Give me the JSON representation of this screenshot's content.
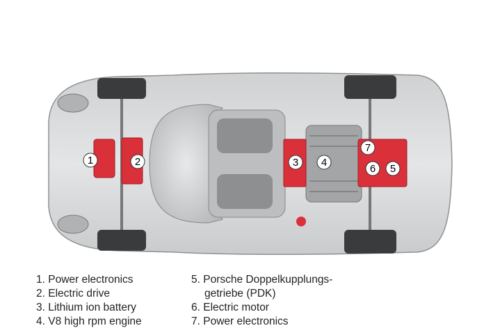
{
  "diagram": {
    "markers": [
      "1",
      "2",
      "3",
      "4",
      "5",
      "6",
      "7"
    ],
    "highlight_color": "#d9303a"
  },
  "legend": {
    "left": [
      "1. Power electronics",
      "2. Electric drive",
      "3. Lithium ion battery",
      "4. V8 high rpm engine"
    ],
    "right": [
      "5. Porsche Doppelkupplungs-",
      "getriebe (PDK)",
      "6. Electric motor",
      "7. Power electronics"
    ]
  }
}
